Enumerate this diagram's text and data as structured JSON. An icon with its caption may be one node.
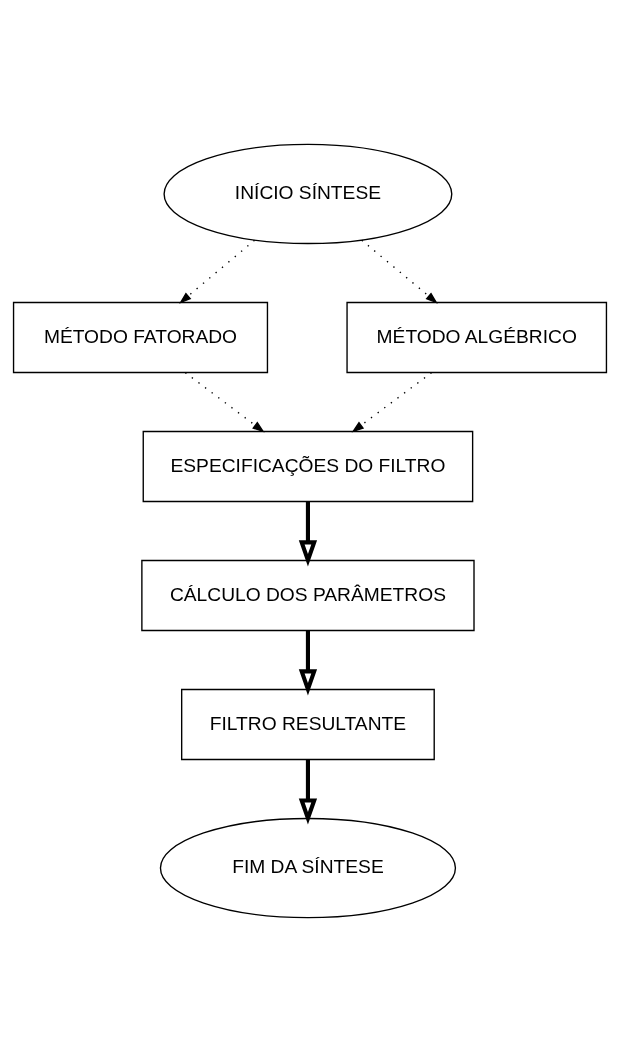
{
  "diagram": {
    "nodes": [
      {
        "text": [
          "INÍCIO SÍNTESE"
        ]
      },
      {
        "text": [
          "MÉTODO FATORADO"
        ]
      },
      {
        "text": [
          "MÉTODO ALGÉBRICO"
        ]
      },
      {
        "text": [
          "ESPECIFICAÇÕES DO FILTRO"
        ]
      },
      {
        "text": [
          "CÁLCULO DOS PARÂMETROS"
        ]
      },
      {
        "text": [
          "FILTRO RESULTANTE"
        ]
      },
      {
        "text": [
          "FIM DA SÍNTESE"
        ]
      }
    ],
    "edges": [
      {
        "from": 0,
        "to": 1,
        "arrow": "to",
        "style": "dashed"
      },
      {
        "from": 0,
        "to": 2,
        "arrow": "to",
        "style": "dashed"
      },
      {
        "from": 1,
        "to": 3,
        "arrow": "to",
        "style": "dashed"
      },
      {
        "from": 2,
        "to": 3,
        "arrow": "to",
        "style": "dashed"
      },
      {
        "from": 3,
        "to": 4,
        "arrow": "to",
        "style": "thick"
      },
      {
        "from": 4,
        "to": 5,
        "arrow": "to",
        "style": "thick"
      },
      {
        "from": 5,
        "to": 6,
        "arrow": "to",
        "style": "thick"
      }
    ]
  }
}
